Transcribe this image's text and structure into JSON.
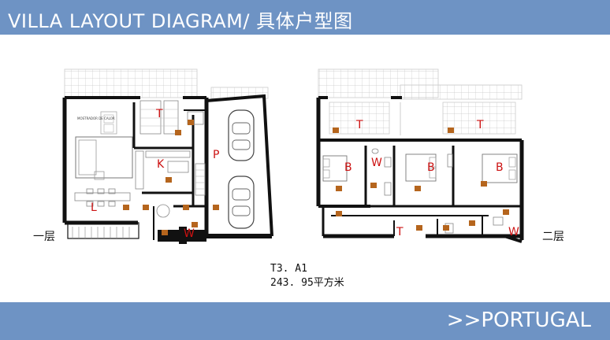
{
  "header": {
    "title": "VILLA LAYOUT DIAGRAM/ 具体户型图",
    "background": "#6e93c4"
  },
  "floors": {
    "ground": {
      "label": "一层",
      "room_codes": [
        "T",
        "K",
        "P",
        "L",
        "W"
      ],
      "note": "MOSTRADOR DE CALOR"
    },
    "upper": {
      "label": "二层",
      "room_codes": [
        "T",
        "T",
        "B",
        "W",
        "B",
        "B",
        "T",
        "W"
      ]
    }
  },
  "unit_info": {
    "model": "T3. A1",
    "area": "243. 95平方米"
  },
  "footer": {
    "text": ">>PORTUGAL",
    "background": "#6e93c4"
  },
  "colors": {
    "wall": "#111111",
    "room_code": "#cc1111",
    "room_tag": "#b5651d"
  }
}
